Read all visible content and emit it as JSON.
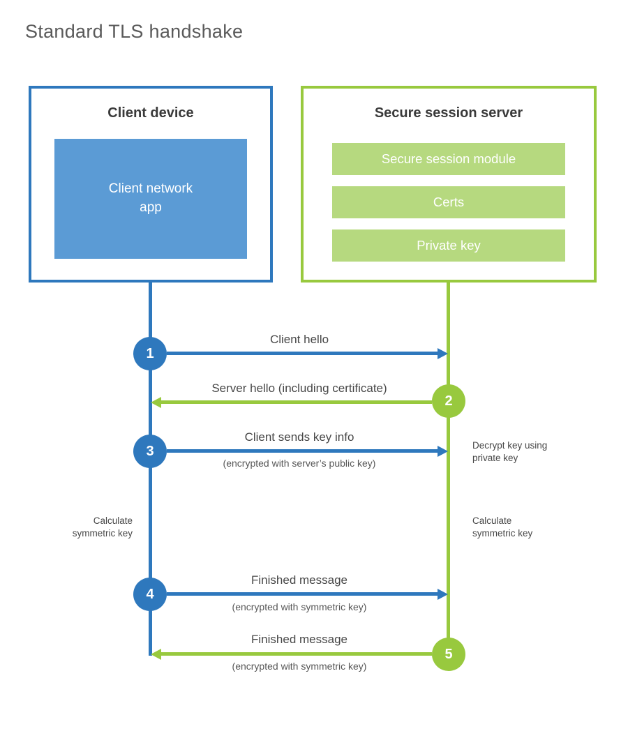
{
  "page": {
    "title": "Standard TLS handshake"
  },
  "colors": {
    "blue": "#2e78bd",
    "blue_fill": "#5b9bd5",
    "green": "#98c93e",
    "green_fill": "#b6d97f",
    "text_dark": "#3a3a3a",
    "text_gray": "#474747",
    "title_gray": "#5a5a5a",
    "white": "#ffffff"
  },
  "client": {
    "title": "Client device",
    "app_label": "Client network\napp"
  },
  "server": {
    "title": "Secure session server",
    "modules": [
      "Secure session module",
      "Certs",
      "Private key"
    ]
  },
  "steps": [
    {
      "num": "1",
      "from": "client",
      "direction": "right",
      "label": "Client hello",
      "sub": ""
    },
    {
      "num": "2",
      "from": "server",
      "direction": "left",
      "label": "Server hello (including certificate)",
      "sub": ""
    },
    {
      "num": "3",
      "from": "client",
      "direction": "right",
      "label": "Client sends key info",
      "sub": "(encrypted with server’s public key)"
    },
    {
      "num": "4",
      "from": "client",
      "direction": "right",
      "label": "Finished message",
      "sub": "(encrypted with symmetric key)"
    },
    {
      "num": "5",
      "from": "server",
      "direction": "left",
      "label": "Finished message",
      "sub": "(encrypted with symmetric key)"
    }
  ],
  "notes": {
    "client_calculate": "Calculate\nsymmetric key",
    "server_decrypt": "Decrypt key using\nprivate key",
    "server_calculate": "Calculate\nsymmetric key"
  }
}
